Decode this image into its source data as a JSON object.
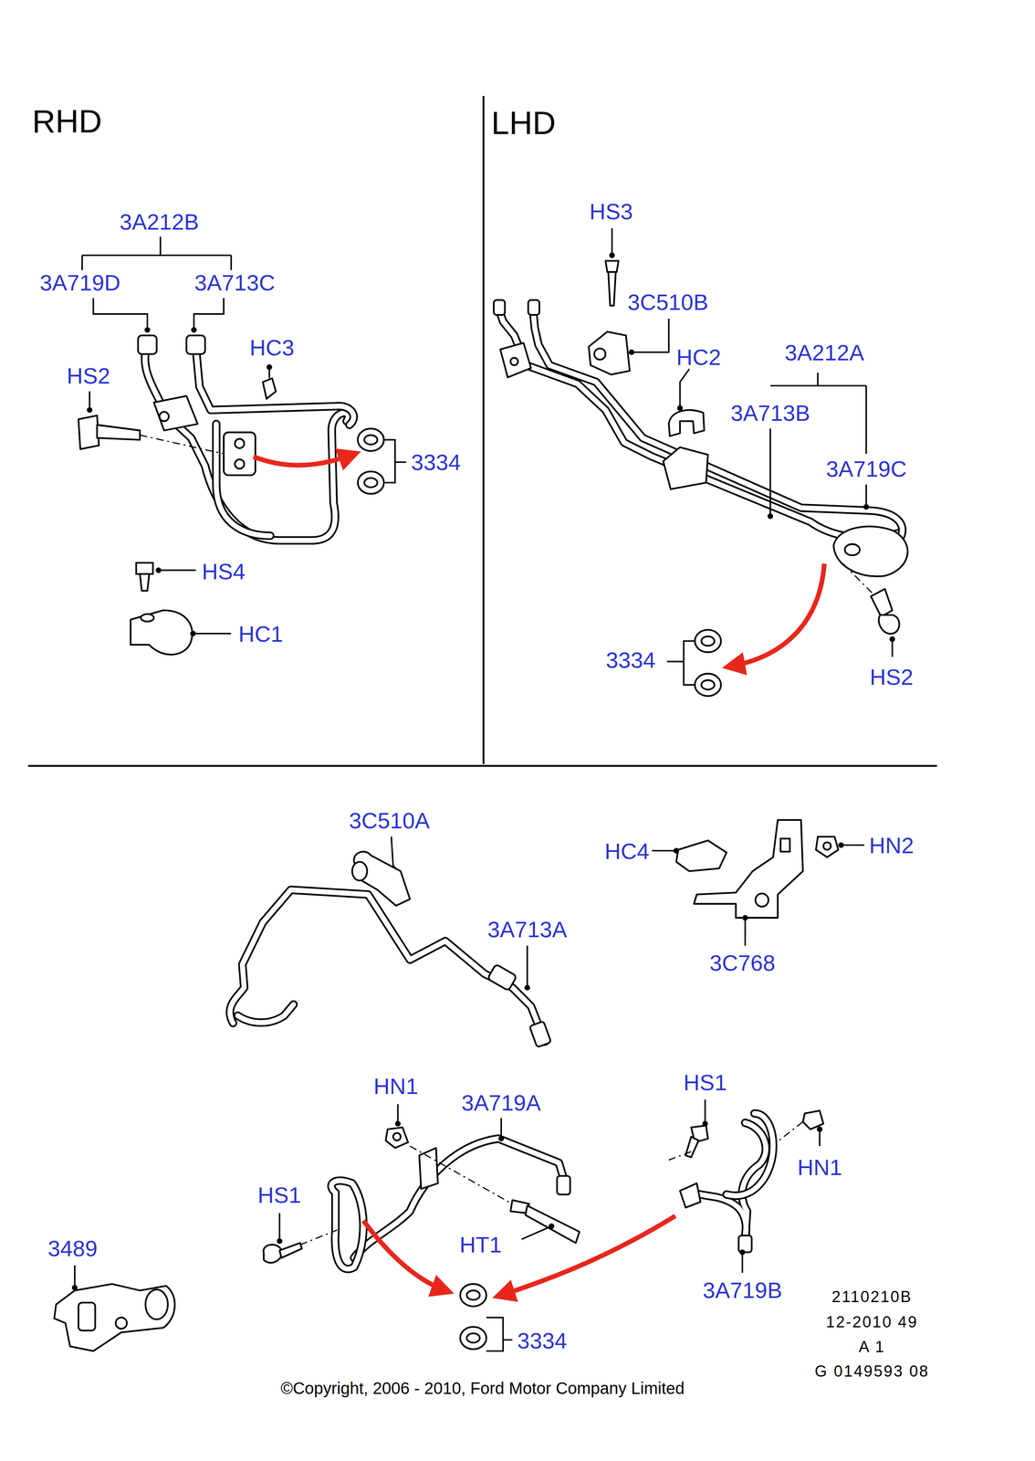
{
  "diagram": {
    "caption": "©Copyright, 2006 - 2010, Ford Motor Company Limited",
    "labels": [
      "RHD",
      "LHD",
      "3A212B",
      "3A719D",
      "3A713C",
      "HC3",
      "HS2",
      "3334",
      "HS4",
      "HC1",
      "HS3",
      "3C510B",
      "3A212A",
      "HC2",
      "3A713B",
      "3A719C",
      "3334",
      "HS2",
      "3C510A",
      "HC4",
      "HN2",
      "3A713A",
      "3C768",
      "HN1",
      "3A719A",
      "HS1",
      "HN1",
      "HS1",
      "3489",
      "HT1",
      "3A719B",
      "3334",
      "2110210B",
      "12-2010 49",
      "A 1",
      "G 0149593 08"
    ]
  }
}
